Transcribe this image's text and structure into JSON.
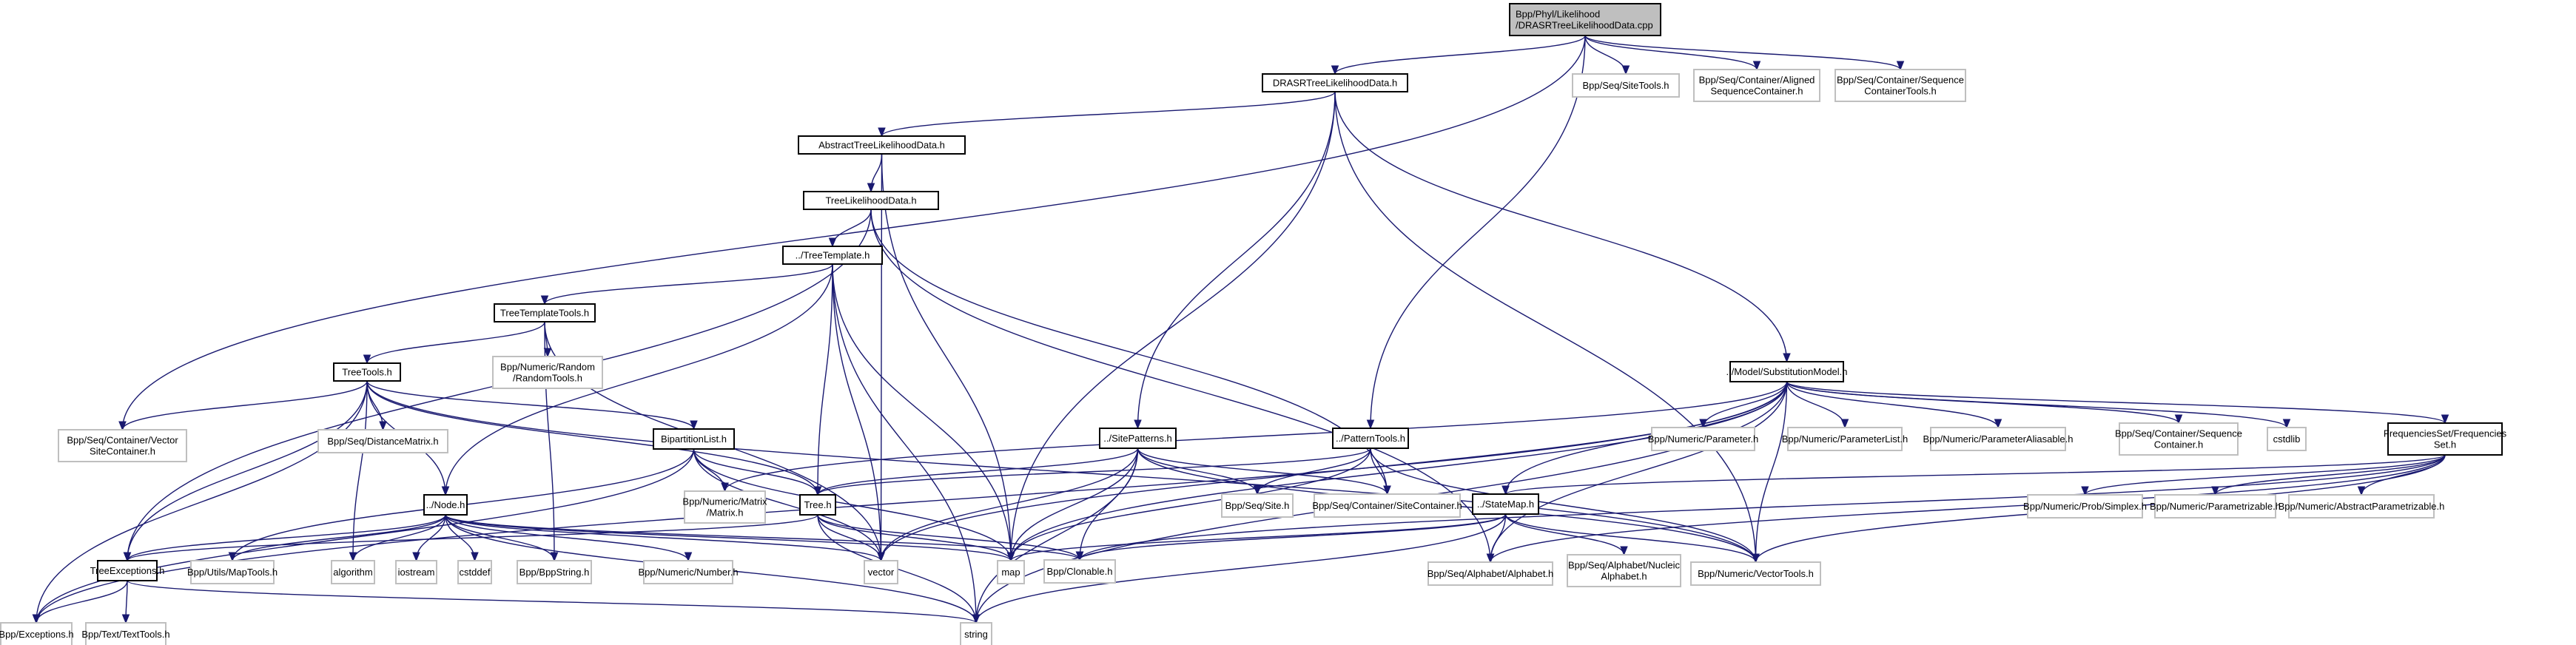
{
  "title": "Include dependency graph for DRASRTreeLikelihoodData.cpp",
  "colors": {
    "edge": "#191970",
    "root_fill": "#bfbfbf",
    "local_border": "#000000",
    "external_border": "#bfbfbf"
  },
  "nodes": [
    {
      "id": "root",
      "lines": [
        "Bpp/Phyl/Likelihood",
        "/DRASRTreeLikelihoodData.cpp"
      ],
      "kind": "root"
    },
    {
      "id": "drasr",
      "lines": [
        "DRASRTreeLikelihoodData.h"
      ],
      "kind": "local"
    },
    {
      "id": "sitetools",
      "lines": [
        "Bpp/Seq/SiteTools.h"
      ],
      "kind": "external"
    },
    {
      "id": "alignedseq",
      "lines": [
        "Bpp/Seq/Container/Aligned",
        "SequenceContainer.h"
      ],
      "kind": "external"
    },
    {
      "id": "seqcontools",
      "lines": [
        "Bpp/Seq/Container/Sequence",
        "ContainerTools.h"
      ],
      "kind": "external"
    },
    {
      "id": "abstl",
      "lines": [
        "AbstractTreeLikelihoodData.h"
      ],
      "kind": "local"
    },
    {
      "id": "tld",
      "lines": [
        "TreeLikelihoodData.h"
      ],
      "kind": "local"
    },
    {
      "id": "treetemplate",
      "lines": [
        "../TreeTemplate.h"
      ],
      "kind": "local"
    },
    {
      "id": "ttt",
      "lines": [
        "TreeTemplateTools.h"
      ],
      "kind": "local"
    },
    {
      "id": "randomtools",
      "lines": [
        "Bpp/Numeric/Random",
        "/RandomTools.h"
      ],
      "kind": "external"
    },
    {
      "id": "treetools",
      "lines": [
        "TreeTools.h"
      ],
      "kind": "local"
    },
    {
      "id": "vsc",
      "lines": [
        "Bpp/Seq/Container/Vector",
        "SiteContainer.h"
      ],
      "kind": "external"
    },
    {
      "id": "distmat",
      "lines": [
        "Bpp/Seq/DistanceMatrix.h"
      ],
      "kind": "external"
    },
    {
      "id": "bipart",
      "lines": [
        "BipartitionList.h"
      ],
      "kind": "local"
    },
    {
      "id": "matrix",
      "lines": [
        "Bpp/Numeric/Matrix",
        "/Matrix.h"
      ],
      "kind": "external"
    },
    {
      "id": "tree",
      "lines": [
        "Tree.h"
      ],
      "kind": "local"
    },
    {
      "id": "node",
      "lines": [
        "../Node.h"
      ],
      "kind": "local"
    },
    {
      "id": "treeexc",
      "lines": [
        "TreeExceptions.h"
      ],
      "kind": "local"
    },
    {
      "id": "maptools",
      "lines": [
        "Bpp/Utils/MapTools.h"
      ],
      "kind": "external"
    },
    {
      "id": "algorithm",
      "lines": [
        "algorithm"
      ],
      "kind": "external"
    },
    {
      "id": "iostream",
      "lines": [
        "iostream"
      ],
      "kind": "external"
    },
    {
      "id": "cstddef",
      "lines": [
        "cstddef"
      ],
      "kind": "external"
    },
    {
      "id": "bppstring",
      "lines": [
        "Bpp/BppString.h"
      ],
      "kind": "external"
    },
    {
      "id": "number",
      "lines": [
        "Bpp/Numeric/Number.h"
      ],
      "kind": "external"
    },
    {
      "id": "vector",
      "lines": [
        "vector"
      ],
      "kind": "external"
    },
    {
      "id": "map",
      "lines": [
        "map"
      ],
      "kind": "external"
    },
    {
      "id": "exceptions",
      "lines": [
        "Bpp/Exceptions.h"
      ],
      "kind": "external"
    },
    {
      "id": "texttools",
      "lines": [
        "Bpp/Text/TextTools.h"
      ],
      "kind": "external"
    },
    {
      "id": "string",
      "lines": [
        "string"
      ],
      "kind": "external"
    },
    {
      "id": "clonable",
      "lines": [
        "Bpp/Clonable.h"
      ],
      "kind": "external"
    },
    {
      "id": "sitepatterns",
      "lines": [
        "../SitePatterns.h"
      ],
      "kind": "local"
    },
    {
      "id": "patterntools",
      "lines": [
        "../PatternTools.h"
      ],
      "kind": "local"
    },
    {
      "id": "site",
      "lines": [
        "Bpp/Seq/Site.h"
      ],
      "kind": "external"
    },
    {
      "id": "sitecontainer",
      "lines": [
        "Bpp/Seq/Container/SiteContainer.h"
      ],
      "kind": "external"
    },
    {
      "id": "submodel",
      "lines": [
        "../Model/SubstitutionModel.h"
      ],
      "kind": "local"
    },
    {
      "id": "parameter",
      "lines": [
        "Bpp/Numeric/Parameter.h"
      ],
      "kind": "external"
    },
    {
      "id": "paramlist",
      "lines": [
        "Bpp/Numeric/ParameterList.h"
      ],
      "kind": "external"
    },
    {
      "id": "paramalias",
      "lines": [
        "Bpp/Numeric/ParameterAliasable.h"
      ],
      "kind": "external"
    },
    {
      "id": "seqcontainer",
      "lines": [
        "Bpp/Seq/Container/Sequence",
        "Container.h"
      ],
      "kind": "external"
    },
    {
      "id": "cstdlib",
      "lines": [
        "cstdlib"
      ],
      "kind": "external"
    },
    {
      "id": "freqset",
      "lines": [
        "FrequenciesSet/Frequencies",
        "Set.h"
      ],
      "kind": "local"
    },
    {
      "id": "statemap",
      "lines": [
        "../StateMap.h"
      ],
      "kind": "local"
    },
    {
      "id": "alphabet",
      "lines": [
        "Bpp/Seq/Alphabet/Alphabet.h"
      ],
      "kind": "external"
    },
    {
      "id": "nucalpha",
      "lines": [
        "Bpp/Seq/Alphabet/Nucleic",
        "Alphabet.h"
      ],
      "kind": "external"
    },
    {
      "id": "vectortools",
      "lines": [
        "Bpp/Numeric/VectorTools.h"
      ],
      "kind": "external"
    },
    {
      "id": "simplex",
      "lines": [
        "Bpp/Numeric/Prob/Simplex.h"
      ],
      "kind": "external"
    },
    {
      "id": "parametrizable",
      "lines": [
        "Bpp/Numeric/Parametrizable.h"
      ],
      "kind": "external"
    },
    {
      "id": "absparam",
      "lines": [
        "Bpp/Numeric/AbstractParametrizable.h"
      ],
      "kind": "external"
    }
  ],
  "edges": [
    [
      "root",
      "drasr"
    ],
    [
      "root",
      "sitetools"
    ],
    [
      "root",
      "alignedseq"
    ],
    [
      "root",
      "seqcontools"
    ],
    [
      "root",
      "vsc"
    ],
    [
      "root",
      "patterntools"
    ],
    [
      "drasr",
      "abstl"
    ],
    [
      "drasr",
      "sitepatterns"
    ],
    [
      "drasr",
      "submodel"
    ],
    [
      "drasr",
      "map"
    ],
    [
      "drasr",
      "vectortools"
    ],
    [
      "abstl",
      "tld"
    ],
    [
      "abstl",
      "map"
    ],
    [
      "abstl",
      "vector"
    ],
    [
      "tld",
      "treetemplate"
    ],
    [
      "tld",
      "treeexc"
    ],
    [
      "tld",
      "sitecontainer"
    ],
    [
      "tld",
      "alphabet"
    ],
    [
      "treetemplate",
      "ttt"
    ],
    [
      "treetemplate",
      "node"
    ],
    [
      "treetemplate",
      "tree"
    ],
    [
      "treetemplate",
      "vector"
    ],
    [
      "treetemplate",
      "map"
    ],
    [
      "treetemplate",
      "string"
    ],
    [
      "ttt",
      "treetools"
    ],
    [
      "ttt",
      "randomtools"
    ],
    [
      "ttt",
      "bppstring"
    ],
    [
      "ttt",
      "vector"
    ],
    [
      "treetools",
      "vsc"
    ],
    [
      "treetools",
      "distmat"
    ],
    [
      "treetools",
      "bipart"
    ],
    [
      "treetools",
      "tree"
    ],
    [
      "treetools",
      "node"
    ],
    [
      "treetools",
      "treeexc"
    ],
    [
      "treetools",
      "exceptions"
    ],
    [
      "treetools",
      "vectortools"
    ],
    [
      "treetools",
      "algorithm"
    ],
    [
      "bipart",
      "tree"
    ],
    [
      "bipart",
      "matrix"
    ],
    [
      "bipart",
      "maptools"
    ],
    [
      "bipart",
      "map"
    ],
    [
      "bipart",
      "vector"
    ],
    [
      "bipart",
      "exceptions"
    ],
    [
      "tree",
      "treeexc"
    ],
    [
      "tree",
      "vector"
    ],
    [
      "tree",
      "map"
    ],
    [
      "tree",
      "string"
    ],
    [
      "tree",
      "clonable"
    ],
    [
      "node",
      "treeexc"
    ],
    [
      "node",
      "maptools"
    ],
    [
      "node",
      "algorithm"
    ],
    [
      "node",
      "iostream"
    ],
    [
      "node",
      "cstddef"
    ],
    [
      "node",
      "bppstring"
    ],
    [
      "node",
      "number"
    ],
    [
      "node",
      "vector"
    ],
    [
      "node",
      "map"
    ],
    [
      "node",
      "string"
    ],
    [
      "node",
      "clonable"
    ],
    [
      "treeexc",
      "exceptions"
    ],
    [
      "treeexc",
      "texttools"
    ],
    [
      "treeexc",
      "string"
    ],
    [
      "sitepatterns",
      "tree"
    ],
    [
      "sitepatterns",
      "site"
    ],
    [
      "sitepatterns",
      "sitecontainer"
    ],
    [
      "sitepatterns",
      "vector"
    ],
    [
      "sitepatterns",
      "map"
    ],
    [
      "sitepatterns",
      "string"
    ],
    [
      "sitepatterns",
      "clonable"
    ],
    [
      "sitepatterns",
      "vectortools"
    ],
    [
      "patterntools",
      "tree"
    ],
    [
      "patterntools",
      "site"
    ],
    [
      "patterntools",
      "sitecontainer"
    ],
    [
      "patterntools",
      "map"
    ],
    [
      "patterntools",
      "vectortools"
    ],
    [
      "submodel",
      "parameter"
    ],
    [
      "submodel",
      "paramlist"
    ],
    [
      "submodel",
      "paramalias"
    ],
    [
      "submodel",
      "seqcontainer"
    ],
    [
      "submodel",
      "cstdlib"
    ],
    [
      "submodel",
      "freqset"
    ],
    [
      "submodel",
      "statemap"
    ],
    [
      "submodel",
      "alphabet"
    ],
    [
      "submodel",
      "matrix"
    ],
    [
      "submodel",
      "vectortools"
    ],
    [
      "submodel",
      "exceptions"
    ],
    [
      "submodel",
      "map"
    ],
    [
      "submodel",
      "string"
    ],
    [
      "submodel",
      "vector"
    ],
    [
      "freqset",
      "statemap"
    ],
    [
      "freqset",
      "simplex"
    ],
    [
      "freqset",
      "parametrizable"
    ],
    [
      "freqset",
      "absparam"
    ],
    [
      "freqset",
      "alphabet"
    ],
    [
      "freqset",
      "vectortools"
    ],
    [
      "freqset",
      "clonable"
    ],
    [
      "statemap",
      "alphabet"
    ],
    [
      "statemap",
      "nucalpha"
    ],
    [
      "statemap",
      "vectortools"
    ],
    [
      "statemap",
      "string"
    ],
    [
      "statemap",
      "map"
    ],
    [
      "statemap",
      "clonable"
    ]
  ]
}
